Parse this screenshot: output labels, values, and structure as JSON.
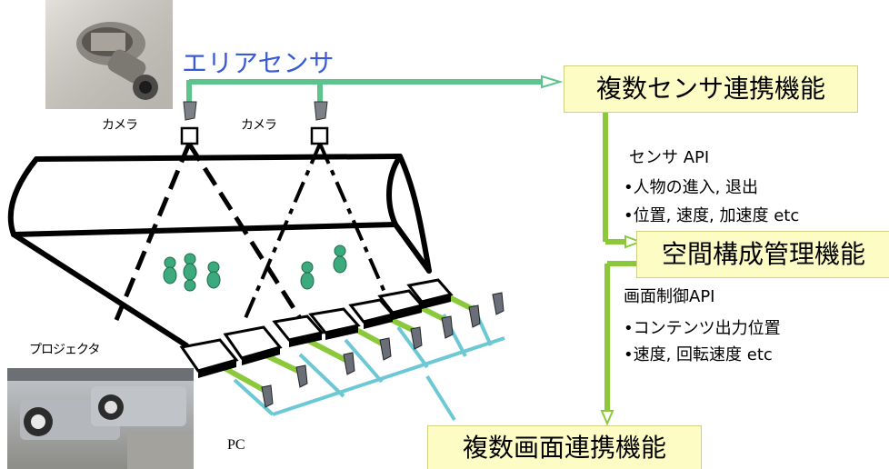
{
  "labels": {
    "area_sensor": "エリアセンサ",
    "camera_1": "カメラ",
    "camera_2": "カメラ",
    "projector": "プロジェクタ",
    "pc": "PC"
  },
  "boxes": {
    "multi_sensor": "複数センサ連携機能",
    "space_config": "空間構成管理機能",
    "multi_screen": "複数画面連携機能"
  },
  "sensor_api": {
    "title": "センサ API",
    "items": [
      "•人物の進入, 退出",
      "•位置, 速度, 加速度 etc"
    ]
  },
  "screen_api": {
    "title": "画面制御API",
    "items": [
      "•コンテンツ出力位置",
      "•速度, 回転速度 etc"
    ]
  },
  "colors": {
    "sensor_green": "#5cc48c",
    "api_green": "#8cc83c",
    "network_cyan": "#6cc8d4",
    "box_fill": "#fcfcc4",
    "area_sensor_text": "#3a5ad6",
    "person_fill": "#3caa7c"
  }
}
